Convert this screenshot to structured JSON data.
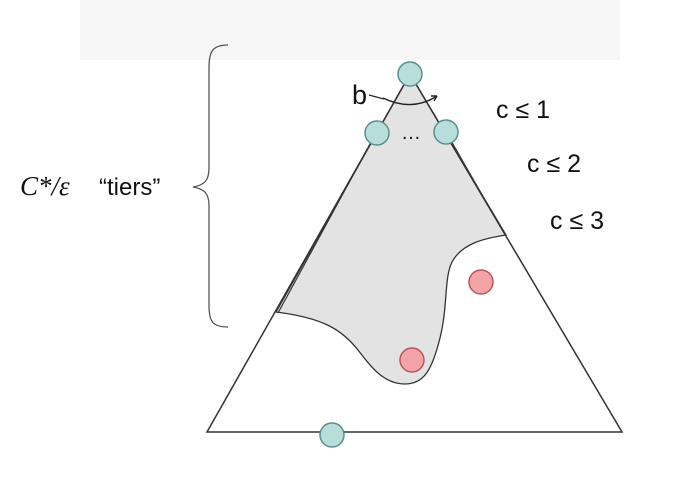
{
  "diagram": {
    "tiers_label": {
      "formula": "C*/ε",
      "word": "“tiers”"
    },
    "branching_label": "b",
    "ellipsis": "…",
    "cost_labels": [
      "c ≤ 1",
      "c ≤ 2",
      "c ≤ 3"
    ],
    "colors": {
      "background": "#ffffff",
      "outline": "#333333",
      "explored_region_fill": "#e3e3e3",
      "start_node_fill": "#b7dedb",
      "start_node_stroke": "#5b8f8c",
      "goal_node_fill": "#f4a3a6",
      "goal_node_stroke": "#b45a5e"
    },
    "nodes": [
      {
        "role": "root",
        "kind": "search-node"
      },
      {
        "role": "left-child",
        "kind": "search-node"
      },
      {
        "role": "right-child",
        "kind": "search-node"
      },
      {
        "role": "goal-near",
        "kind": "goal"
      },
      {
        "role": "goal-far",
        "kind": "goal"
      },
      {
        "role": "shallow-goal-bottom",
        "kind": "search-node"
      }
    ]
  }
}
